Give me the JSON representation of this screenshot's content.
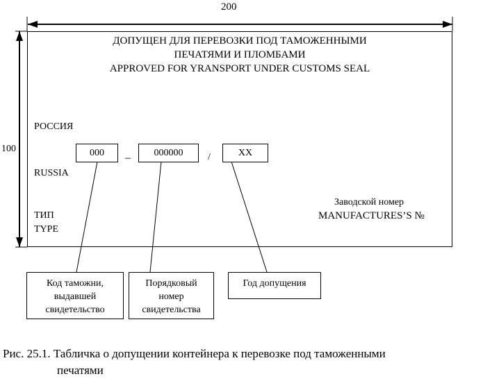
{
  "dimensions": {
    "width": "200",
    "height": "100"
  },
  "plate": {
    "heading_line1": "ДОПУЩЕН ДЛЯ ПЕРЕВОЗКИ ПОД ТАМОЖЕННЫМИ",
    "heading_line2": "ПЕЧАТЯМИ И ПЛОМБАМИ",
    "heading_line3": "APPROVED FOR YRANSPORT UNDER CUSTOMS SEAL",
    "country_ru": "РОССИЯ",
    "country_en": "RUSSIA",
    "type_ru": "ТИП",
    "type_en": "TYPE",
    "serial_ru": "Заводской номер",
    "serial_en": "MANUFACTURES’S №",
    "fields": {
      "customs_code": "000",
      "dash": "–",
      "cert_number": "000000",
      "slash": "/",
      "year": "XX"
    }
  },
  "callouts": {
    "customs": [
      "Код таможни,",
      "выдавшей",
      "свидетельство"
    ],
    "number": [
      "Порядковый",
      "номер",
      "свидетельства"
    ],
    "year": [
      "Год допущения"
    ]
  },
  "caption": {
    "line1": "Рис. 25.1. Табличка о допущении контейнера к перевозке под таможенными",
    "line2": "печатями"
  }
}
